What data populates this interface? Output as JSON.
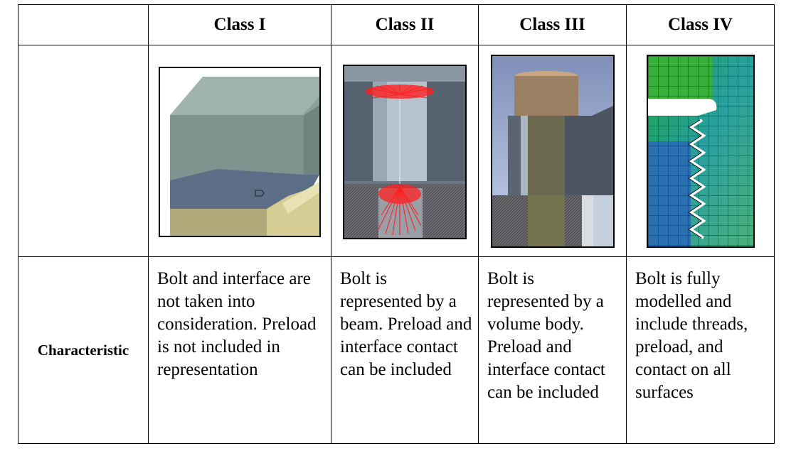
{
  "table": {
    "columns": [
      "",
      "Class I",
      "Class II",
      "Class III",
      "Class IV"
    ],
    "row_label": "Characteristic",
    "descriptions": [
      "Bolt and interface are not taken into consideration. Preload is not included in representation",
      "Bolt is represented by a beam. Preload and interface contact can be included",
      "Bolt is represented by a volume body. Preload and interface contact can be included",
      "Bolt is fully modelled and include threads, preload, and contact on all surfaces"
    ],
    "images": [
      "bolt-class-1-model",
      "bolt-class-2-beam-model",
      "bolt-class-3-volume-model",
      "bolt-class-4-thread-mesh"
    ]
  }
}
